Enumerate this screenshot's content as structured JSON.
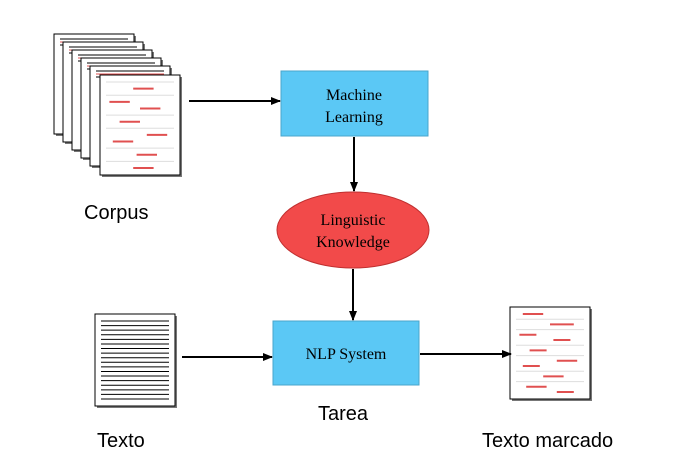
{
  "nodes": {
    "machine_learning": {
      "line1": "Machine",
      "line2": "Learning"
    },
    "linguistic_knowledge": {
      "line1": "Linguistic",
      "line2": "Knowledge"
    },
    "nlp_system": {
      "label": "NLP System"
    }
  },
  "labels": {
    "corpus": "Corpus",
    "texto": "Texto",
    "tarea": "Tarea",
    "texto_marcado": "Texto marcado"
  },
  "colors": {
    "box_fill": "#5bc8f5",
    "ellipse_fill": "#f24a4a",
    "markup_red": "#e05050",
    "text_line": "#000000"
  }
}
